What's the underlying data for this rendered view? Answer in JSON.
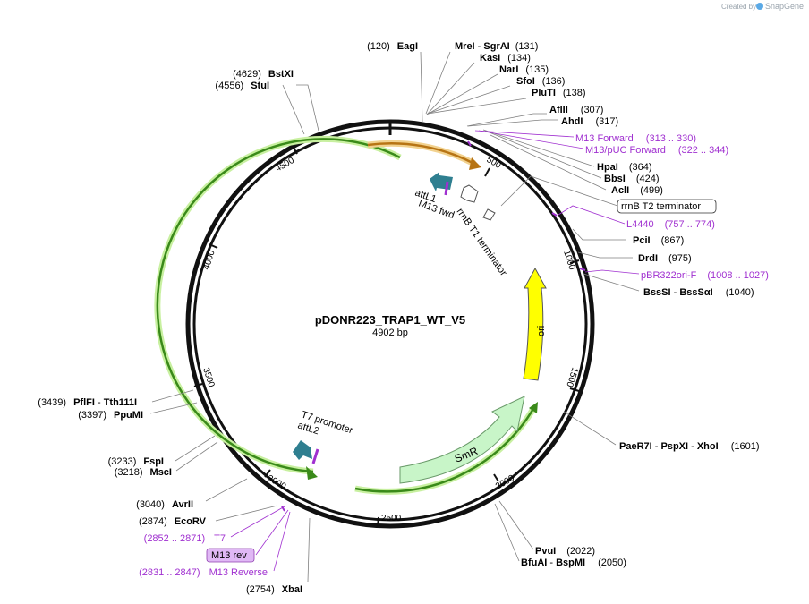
{
  "brand": {
    "prefix": "Created by",
    "name": "SnapGene"
  },
  "map": {
    "name": "pDONR223_TRAP1_WT_V5",
    "length": "4902 bp"
  },
  "ticks": [
    {
      "label": "500"
    },
    {
      "label": "1000"
    },
    {
      "label": "1500"
    },
    {
      "label": "2000"
    },
    {
      "label": "2500"
    },
    {
      "label": "3000"
    },
    {
      "label": "3500"
    },
    {
      "label": "4000"
    },
    {
      "label": "4500"
    }
  ],
  "sites_right": [
    {
      "pos": "(131)",
      "names": [
        "MreI",
        "SgrAI"
      ]
    },
    {
      "pos": "(134)",
      "names": [
        "KasI"
      ]
    },
    {
      "pos": "(135)",
      "names": [
        "NarI"
      ]
    },
    {
      "pos": "(136)",
      "names": [
        "SfoI"
      ]
    },
    {
      "pos": "(138)",
      "names": [
        "PluTI"
      ]
    },
    {
      "pos": "(307)",
      "names": [
        "AflII"
      ]
    },
    {
      "pos": "(317)",
      "names": [
        "AhdI"
      ]
    },
    {
      "pos": "(364)",
      "names": [
        "HpaI"
      ]
    },
    {
      "pos": "(424)",
      "names": [
        "BbsI"
      ]
    },
    {
      "pos": "(499)",
      "names": [
        "AclI"
      ]
    },
    {
      "pos": "(867)",
      "names": [
        "PciI"
      ]
    },
    {
      "pos": "(975)",
      "names": [
        "DrdI"
      ]
    },
    {
      "pos": "(1040)",
      "names": [
        "BssSI",
        "BssSαI"
      ]
    },
    {
      "pos": "(1601)",
      "names": [
        "PaeR7I",
        "PspXI",
        "XhoI"
      ]
    },
    {
      "pos": "(2022)",
      "names": [
        "PvuI"
      ]
    },
    {
      "pos": "(2050)",
      "names": [
        "BfuAI",
        "BspMI"
      ]
    }
  ],
  "sites_left": [
    {
      "pos": "(120)",
      "names": [
        "EagI"
      ]
    },
    {
      "pos": "(4629)",
      "names": [
        "BstXI"
      ]
    },
    {
      "pos": "(4556)",
      "names": [
        "StuI"
      ]
    },
    {
      "pos": "(3439)",
      "names": [
        "PflFI",
        "Tth111I"
      ]
    },
    {
      "pos": "(3397)",
      "names": [
        "PpuMI"
      ]
    },
    {
      "pos": "(3233)",
      "names": [
        "FspI"
      ]
    },
    {
      "pos": "(3218)",
      "names": [
        "MscI"
      ]
    },
    {
      "pos": "(3040)",
      "names": [
        "AvrII"
      ]
    },
    {
      "pos": "(2874)",
      "names": [
        "EcoRV"
      ]
    },
    {
      "pos": "(2754)",
      "names": [
        "XbaI"
      ]
    }
  ],
  "primers": [
    {
      "name": "M13 Forward",
      "range": "(313 .. 330)"
    },
    {
      "name": "M13/pUC Forward",
      "range": "(322 .. 344)"
    },
    {
      "name": "L4440",
      "range": "(757 .. 774)"
    },
    {
      "name": "pBR322ori-F",
      "range": "(1008 .. 1027)"
    },
    {
      "name": "T7",
      "range": "(2852 .. 2871)"
    },
    {
      "name": "M13 Reverse",
      "range": "(2831 .. 2847)"
    }
  ],
  "boxed_labels": {
    "terminator": "rrnB T2 terminator",
    "m13rev": "M13 rev"
  },
  "features": {
    "attL1": "attL1",
    "m13fwd": "M13 fwd",
    "rrnB_t1": "rrnB T1 terminator",
    "ori": "ori",
    "smr": "SmR",
    "t7": "T7 promoter",
    "attL2": "attL2"
  },
  "colors": {
    "backbone": "#111111",
    "orf_green": "#3a8a1a",
    "orf_glow": "#c8f0a0",
    "orange": "#d08a20",
    "ori_yellow": "#ffff00",
    "smr_fill": "#c8f5c8",
    "att_teal": "#2f7f90",
    "primer_purple": "#a030d0"
  }
}
